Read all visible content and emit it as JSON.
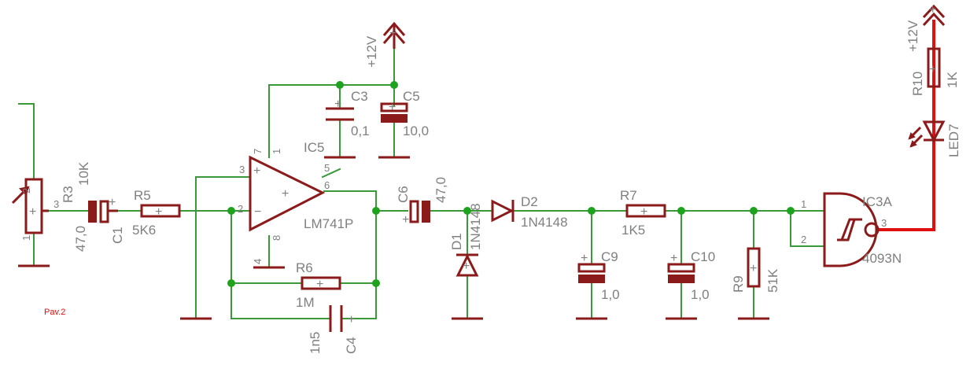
{
  "note": "Pav.2",
  "rail": "+12V",
  "components": {
    "R3": {
      "name": "R3",
      "value": "10K",
      "p1": "1",
      "p2": "2",
      "p3": "3"
    },
    "C1": {
      "name": "C1",
      "value": "47,0"
    },
    "R5": {
      "name": "R5",
      "value": "5K6"
    },
    "IC5": {
      "name": "IC5",
      "type": "LM741P",
      "pins": [
        "1",
        "2",
        "3",
        "4",
        "5",
        "6",
        "7",
        "8"
      ]
    },
    "C3": {
      "name": "C3",
      "value": "0,1"
    },
    "C5": {
      "name": "C5",
      "value": "10,0"
    },
    "R6": {
      "name": "R6",
      "value": "1M"
    },
    "C4": {
      "name": "C4",
      "value": "1n5"
    },
    "C6": {
      "name": "C6",
      "value": "47,0"
    },
    "D1": {
      "name": "D1",
      "value": "1N4148"
    },
    "D2": {
      "name": "D2",
      "value": "1N4148"
    },
    "R7": {
      "name": "R7",
      "value": "1K5"
    },
    "C9": {
      "name": "C9",
      "value": "1,0"
    },
    "C10": {
      "name": "C10",
      "value": "1,0"
    },
    "R9": {
      "name": "R9",
      "value": "51K"
    },
    "IC3A": {
      "name": "IC3A",
      "type": "4093N",
      "p1": "1",
      "p2": "2",
      "p3": "3"
    },
    "R10": {
      "name": "R10",
      "value": "1K"
    },
    "LED7": {
      "name": "LED7"
    }
  },
  "symbols": {
    "plus": "+",
    "minus": "−"
  },
  "colors": {
    "wire": "#3a9a3a",
    "component": "#8b1a1a",
    "junction": "#1fa31f",
    "label": "#7f7f7f",
    "highlight": "#e01010"
  }
}
